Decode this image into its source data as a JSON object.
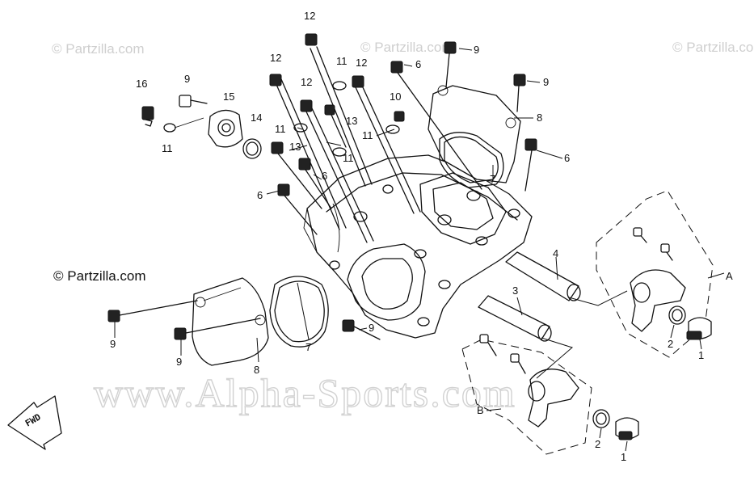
{
  "watermarks": {
    "top_left": "© Partzilla.com",
    "top_center": "© Partzilla.com",
    "top_right": "© Partzilla.com",
    "left_copyright": "© Partzilla.com",
    "center_big": "www.Alpha-Sports.com"
  },
  "fwd_arrow": {
    "label": "FWD"
  },
  "callouts": {
    "c12a": "12",
    "c12b": "12",
    "c12c": "12",
    "c12d": "12",
    "c11a": "11",
    "c11b": "11",
    "c11c": "11",
    "c11d": "11",
    "c11e": "11",
    "c16": "16",
    "c9a": "9",
    "c15": "15",
    "c14": "14",
    "c13a": "13",
    "c13b": "13",
    "c10": "10",
    "c6a": "6",
    "c6b": "6",
    "c6c": "6",
    "c6d": "6",
    "c9b": "9",
    "c9c": "9",
    "c9d": "9",
    "c9e": "9",
    "c9f": "9",
    "c8a": "8",
    "c8b": "8",
    "c7a": "7",
    "c7b": "7",
    "c4": "4",
    "c3": "3",
    "c2a": "2",
    "c2b": "2",
    "c1a": "1",
    "c1b": "1",
    "cA": "A",
    "cB": "B"
  }
}
